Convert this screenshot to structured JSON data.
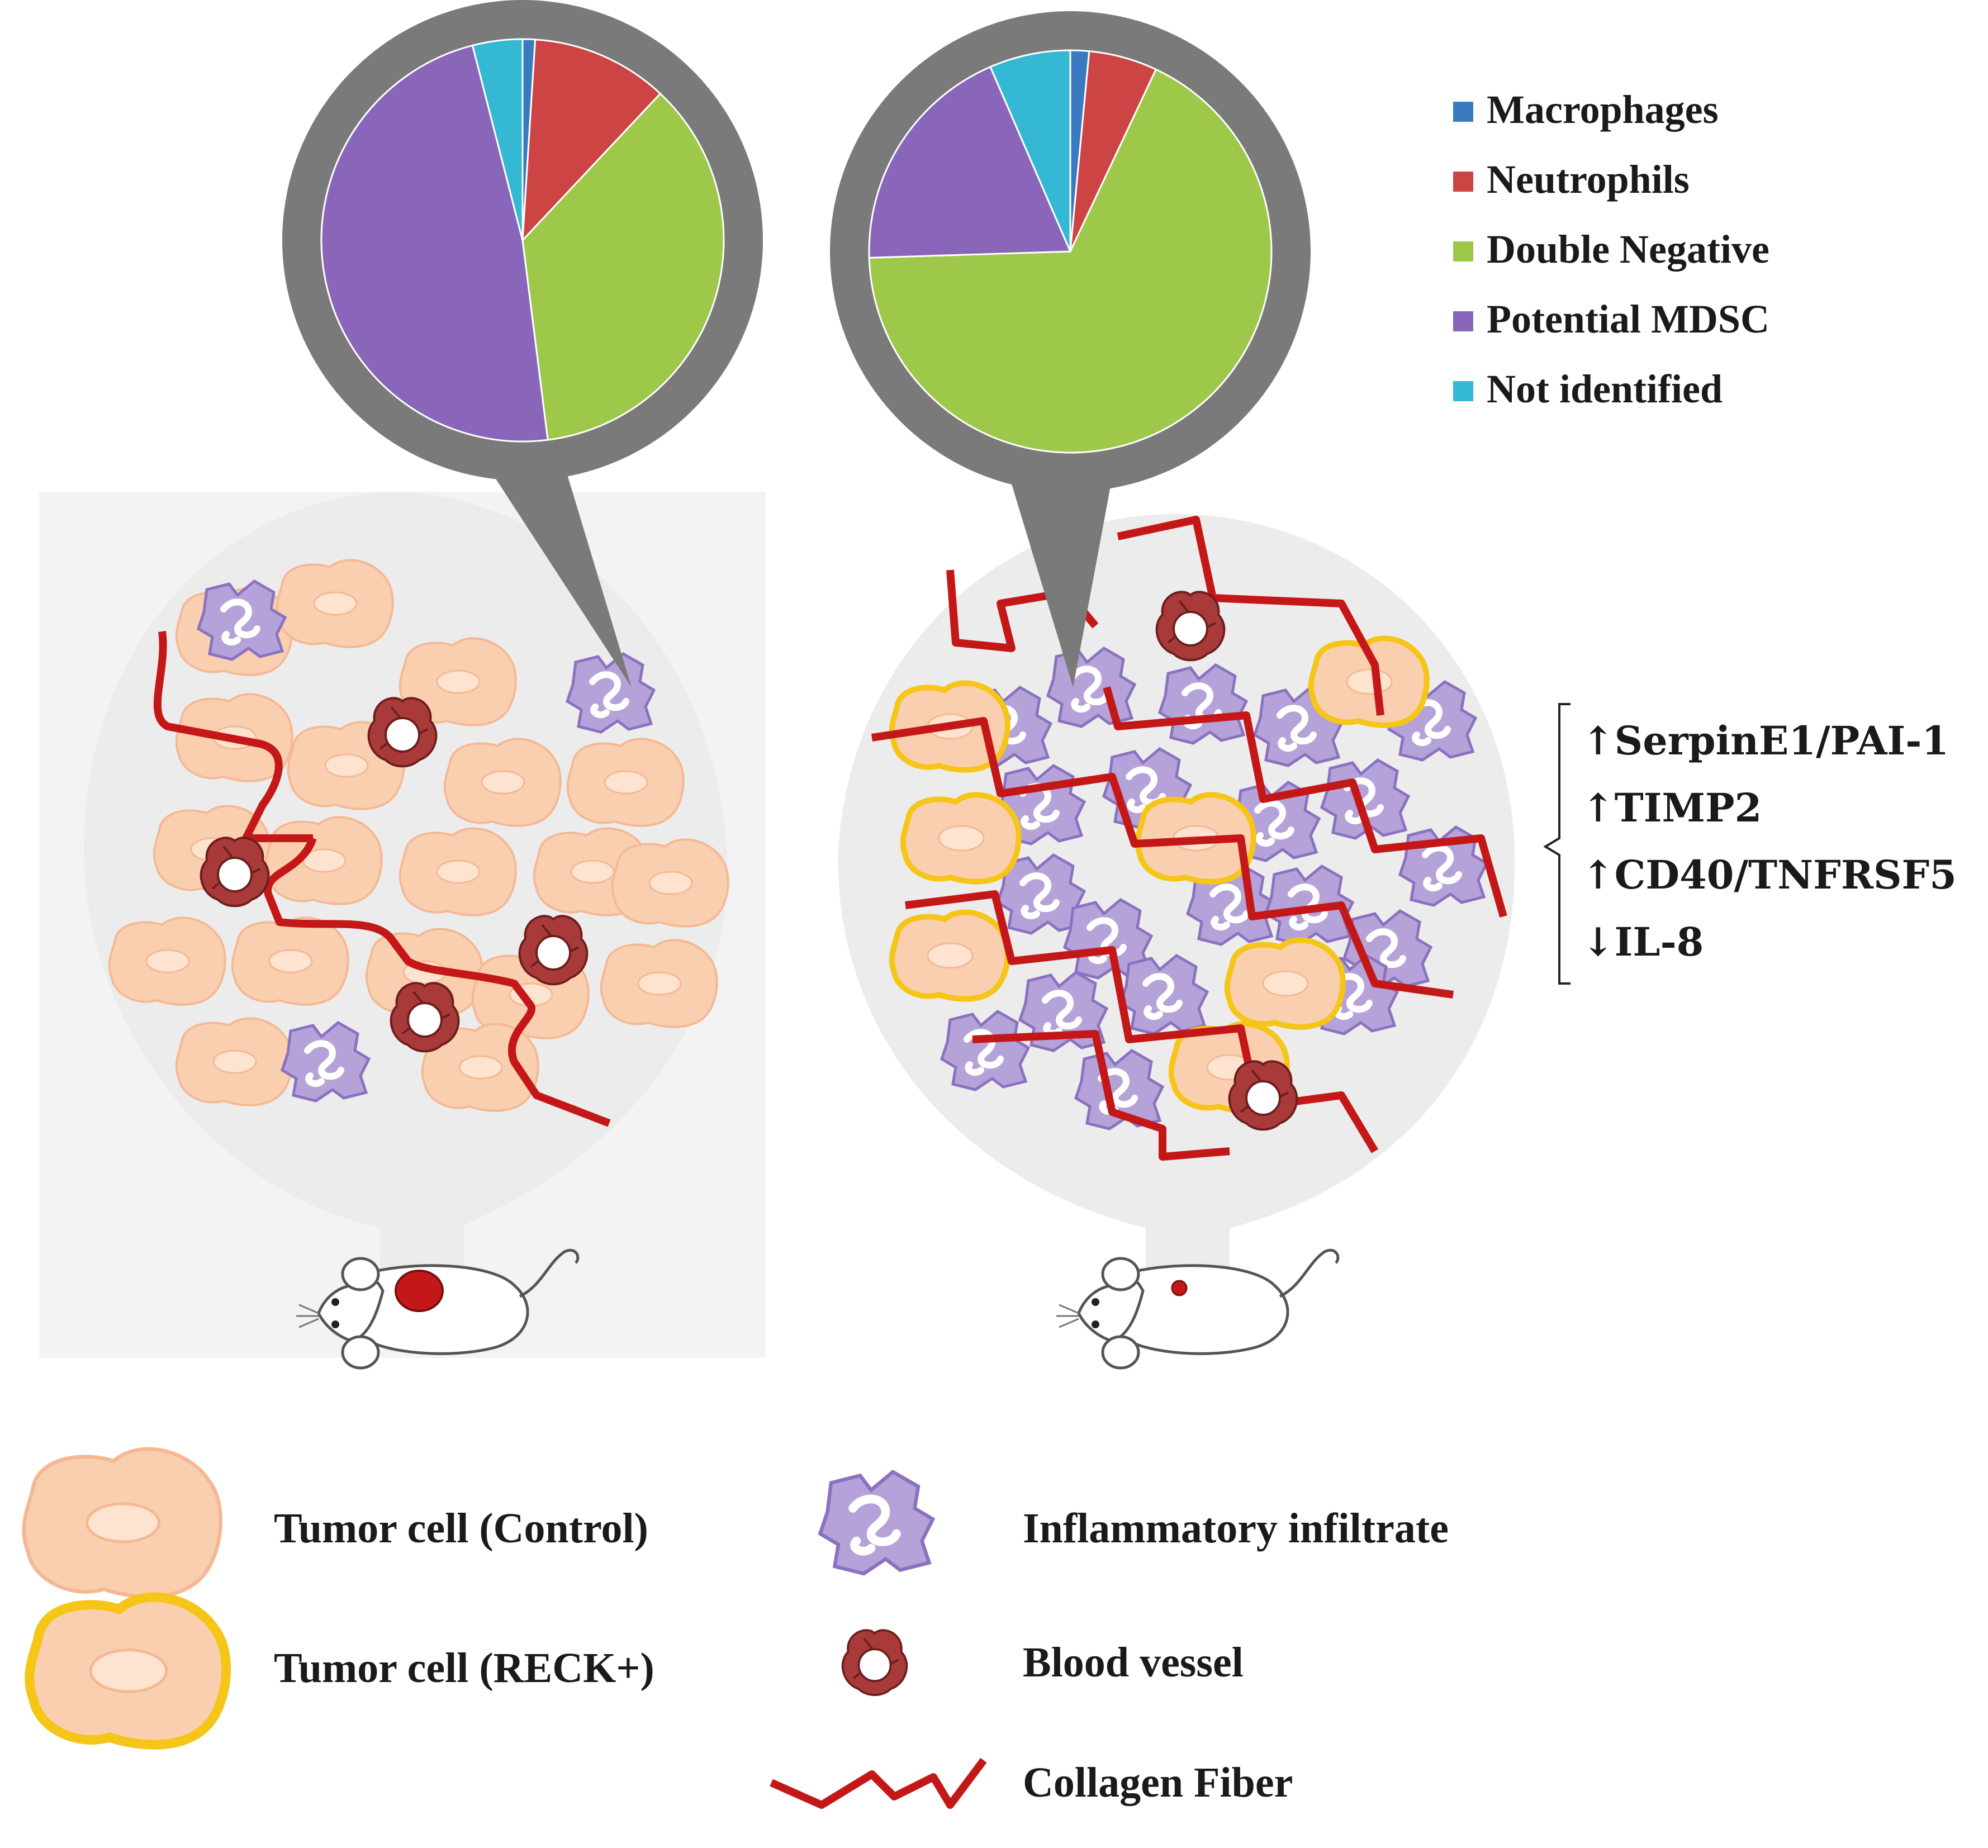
{
  "chart_data": [
    {
      "type": "pie",
      "slices": [
        {
          "label": "Macrophages",
          "value": 1.0
        },
        {
          "label": "Neutrophils",
          "value": 11.0
        },
        {
          "label": "Double Negative",
          "value": 36.0
        },
        {
          "label": "Potential MDSC",
          "value": 48.0
        },
        {
          "label": "Not identified",
          "value": 4.0
        }
      ]
    },
    {
      "type": "pie",
      "slices": [
        {
          "label": "Macrophages",
          "value": 1.5
        },
        {
          "label": "Neutrophils",
          "value": 5.5
        },
        {
          "label": "Double Negative",
          "value": 67.5
        },
        {
          "label": "Potential MDSC",
          "value": 19.0
        },
        {
          "label": "Not identified",
          "value": 6.5
        }
      ]
    }
  ],
  "pie_legend": [
    {
      "label": "Macrophages",
      "color": "#3a7ac0"
    },
    {
      "label": "Neutrophils",
      "color": "#cc4444"
    },
    {
      "label": "Double Negative",
      "color": "#9dc84a"
    },
    {
      "label": "Potential MDSC",
      "color": "#8a66bb"
    },
    {
      "label": "Not identified",
      "color": "#34b8d4"
    }
  ],
  "markers": [
    "↑SerpinE1/PAI-1",
    "↑TIMP2",
    "↑CD40/TNFRSF5",
    "↓IL-8"
  ],
  "legend": {
    "tumor_control": "Tumor cell (Control)",
    "tumor_reck": "Tumor cell (RECK+)",
    "inflammatory": "Inflammatory infiltrate",
    "blood_vessel": "Blood vessel",
    "collagen": "Collagen Fiber"
  },
  "colors": {
    "tumor_fill": "#f9cfb0",
    "tumor_nucleus": "#fde3d0",
    "reck_outline": "#f5c518",
    "inflammatory_fill": "#b5a2d8",
    "inflammatory_stroke": "#8a72c0",
    "collagen": "#c41818",
    "vessel": "#a83a3a",
    "bubble": "#7a7a7a",
    "tissue_bg": "#f0f0f0"
  }
}
